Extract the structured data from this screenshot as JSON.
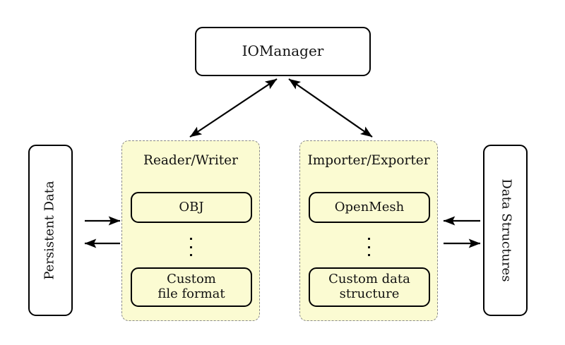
{
  "diagram": {
    "title_node": {
      "label": "IOManager"
    },
    "left_side_node": {
      "label": "Persistent Data"
    },
    "right_side_node": {
      "label": "Data Structures"
    },
    "groups": [
      {
        "id": "reader-writer",
        "title": "Reader/Writer",
        "items": [
          {
            "label": "OBJ"
          },
          {
            "label": "Custom\nfile format",
            "line1": "Custom",
            "line2": "file format"
          }
        ],
        "ellipsis": "⋮"
      },
      {
        "id": "importer-exporter",
        "title": "Importer/Exporter",
        "items": [
          {
            "label": "OpenMesh"
          },
          {
            "label": "Custom data\nstructure",
            "line1": "Custom data",
            "line2": "structure"
          }
        ],
        "ellipsis": "⋮"
      }
    ],
    "connections": [
      {
        "id": "iomanager-readerwriter",
        "from": "IOManager",
        "to": "Reader/Writer",
        "direction": "bidirectional"
      },
      {
        "id": "iomanager-importerexporter",
        "from": "IOManager",
        "to": "Importer/Exporter",
        "direction": "bidirectional"
      },
      {
        "id": "persistentdata-to-readerwriter",
        "from": "Persistent Data",
        "to": "Reader/Writer",
        "direction": "right"
      },
      {
        "id": "readerwriter-to-persistentdata",
        "from": "Reader/Writer",
        "to": "Persistent Data",
        "direction": "left"
      },
      {
        "id": "datastructures-to-importerexporter",
        "from": "Data Structures",
        "to": "Importer/Exporter",
        "direction": "left"
      },
      {
        "id": "importerexporter-to-datastructures",
        "from": "Importer/Exporter",
        "to": "Data Structures",
        "direction": "right"
      }
    ],
    "colors": {
      "group_fill": "#fbfbd2",
      "group_border": "#8a8a8a",
      "node_stroke": "#000000",
      "node_fill": "#ffffff",
      "text": "#111111",
      "background": "#ffffff"
    }
  }
}
